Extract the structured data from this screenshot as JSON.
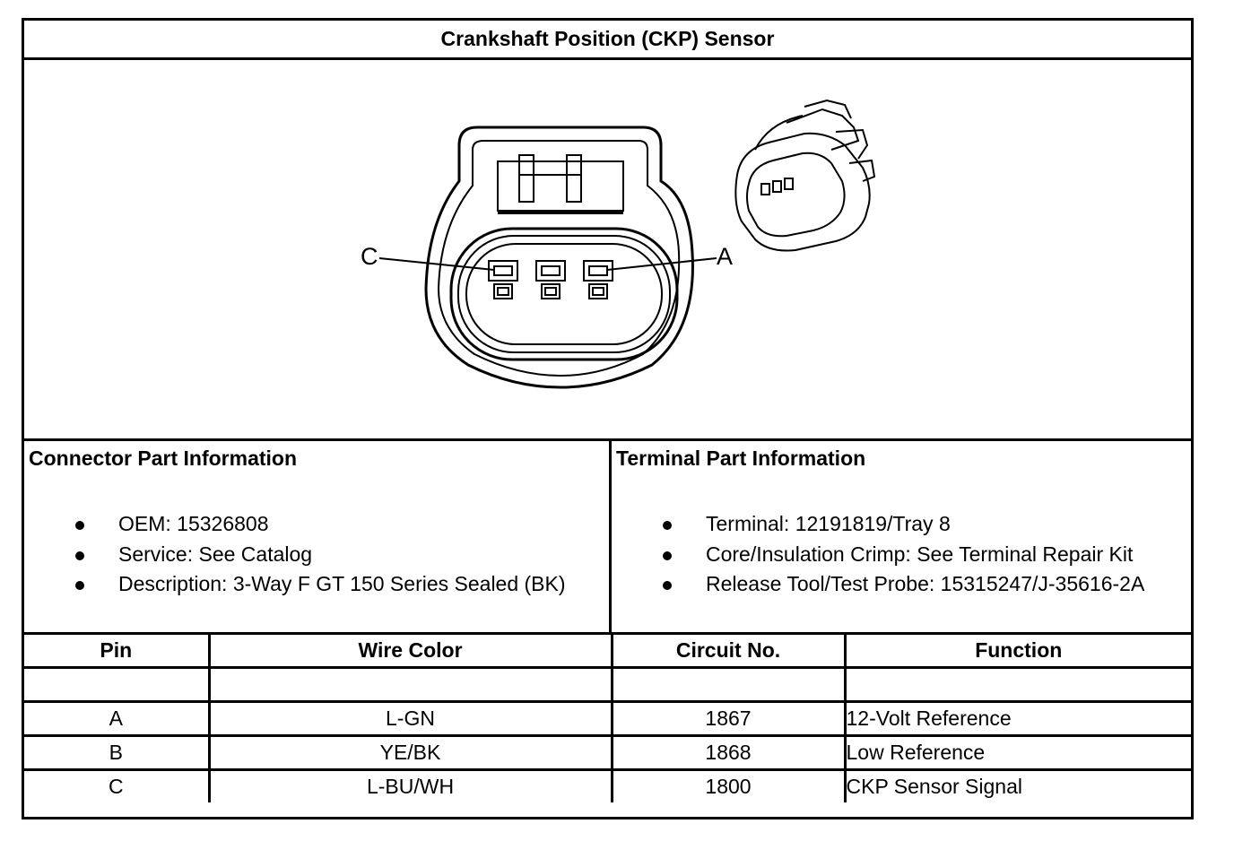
{
  "title": "Crankshaft Position (CKP) Sensor",
  "diagram": {
    "left_label": "C",
    "right_label": "A"
  },
  "connector_info": {
    "heading": "Connector Part Information",
    "items": [
      "OEM: 15326808",
      "Service: See Catalog",
      "Description: 3-Way F GT 150 Series Sealed (BK)"
    ]
  },
  "terminal_info": {
    "heading": "Terminal Part Information",
    "items": [
      "Terminal: 12191819/Tray 8",
      "Core/Insulation Crimp: See Terminal Repair Kit",
      "Release Tool/Test Probe: 15315247/J-35616-2A"
    ]
  },
  "pin_table": {
    "headers": [
      "Pin",
      "Wire Color",
      "Circuit No.",
      "Function"
    ],
    "rows": [
      [
        "",
        "",
        "",
        ""
      ],
      [
        "A",
        "L-GN",
        "1867",
        "12-Volt Reference"
      ],
      [
        "B",
        "YE/BK",
        "1868",
        "Low Reference"
      ],
      [
        "C",
        "L-BU/WH",
        "1800",
        "CKP Sensor Signal"
      ]
    ]
  }
}
